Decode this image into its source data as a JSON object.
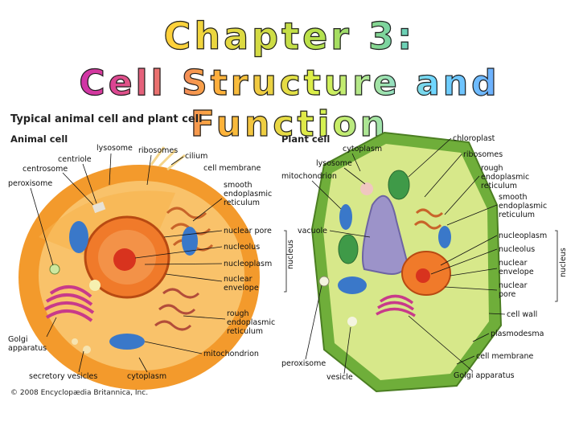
{
  "title": {
    "line1": "Chapter 3:",
    "line2": "Cell Structure and Function"
  },
  "figure": {
    "title": "Typical animal cell and plant cell",
    "animal": {
      "heading": "Animal cell",
      "labels": {
        "lysosome": "lysosome",
        "ribosomes": "ribosomes",
        "cilium": "cilium",
        "centriole": "centriole",
        "centrosome": "centrosome",
        "peroxisome": "peroxisome",
        "cell_membrane": "cell membrane",
        "smooth_er": "smooth\nendoplasmic\nreticulum",
        "nuclear_pore": "nuclear pore",
        "nucleolus": "nucleolus",
        "nucleoplasm": "nucleoplasm",
        "nuclear_envelope": "nuclear\nenvelope",
        "rough_er": "rough\nendoplasmic\nreticulum",
        "golgi": "Golgi\napparatus",
        "mitochondrion": "mitochondrion",
        "secretory_vesicles": "secretory vesicles",
        "cytoplasm": "cytoplasm",
        "nucleus_bracket": "nucleus"
      }
    },
    "plant": {
      "heading": "Plant cell",
      "labels": {
        "chloroplast": "chloroplast",
        "cytoplasm": "cytoplasm",
        "ribosomes": "ribosomes",
        "lysosome": "lysosome",
        "rough_er": "rough\nendoplasmic\nreticulum",
        "mitochondrion": "mitochondrion",
        "smooth_er": "smooth\nendoplasmic\nreticulum",
        "vacuole": "vacuole",
        "nucleoplasm": "nucleoplasm",
        "nucleolus": "nucleolus",
        "nuclear_envelope": "nuclear\nenvelope",
        "nuclear_pore": "nuclear\npore",
        "cell_wall": "cell wall",
        "plasmodesma": "plasmodesma",
        "cell_membrane": "cell membrane",
        "peroxisome": "peroxisome",
        "vesicle": "vesicle",
        "golgi": "Golgi apparatus",
        "nucleus_bracket": "nucleus"
      }
    },
    "copyright": "© 2008 Encyclopædia Britannica, Inc."
  },
  "colors": {
    "animal_cell": "#f7a63c",
    "animal_inner": "#f9c26a",
    "nucleus": "#e8762a",
    "plant_wall": "#6fae3a",
    "plant_cytoplasm": "#d7e88a",
    "vacuole": "#9c93c9",
    "chloroplast": "#3f9a48",
    "mitochondrion": "#3a78c9",
    "golgi": "#c83a8a"
  }
}
